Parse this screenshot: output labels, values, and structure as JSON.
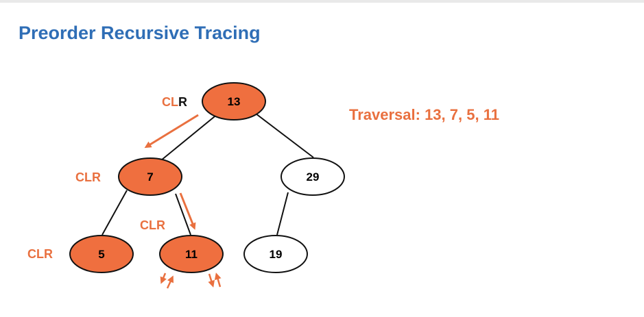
{
  "title": "Preorder Recursive Tracing",
  "traversal_text": "Traversal: 13, 7, 5, 11",
  "colors": {
    "visited_fill": "#ef6f3f",
    "unvisited_fill": "#ffffff",
    "node_stroke": "#111111",
    "accent": "#e9703f",
    "title_color": "#2f6eb6"
  },
  "nodes": {
    "n13": {
      "label": "13",
      "visited": true
    },
    "n7": {
      "label": "7",
      "visited": true
    },
    "n29": {
      "label": "29",
      "visited": false
    },
    "n5": {
      "label": "5",
      "visited": true
    },
    "n11": {
      "label": "11",
      "visited": true
    },
    "n19": {
      "label": "19",
      "visited": false
    }
  },
  "clr_labels": {
    "n13": {
      "c": "C",
      "l": "L",
      "r": "R"
    },
    "n7": "CLR",
    "n11": "CLR",
    "n5": "CLR"
  }
}
